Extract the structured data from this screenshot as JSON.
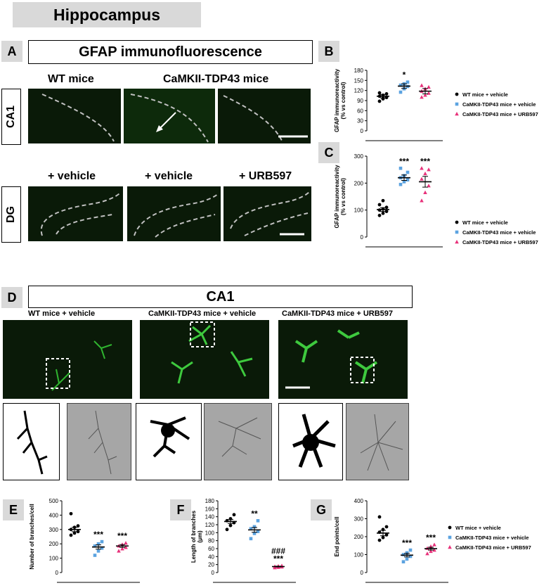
{
  "title": "Hippocampus",
  "panelA": {
    "letter": "A",
    "header": "GFAP immunofluorescence",
    "col_wt": "WT mice",
    "col_tdp": "CaMKII-TDP43 mice",
    "row1": "CA1",
    "row2": "DG",
    "sub_vehicle1": "+ vehicle",
    "sub_vehicle2": "+ vehicle",
    "sub_urb": "+ URB597"
  },
  "panelD": {
    "letter": "D",
    "header": "CA1",
    "label1": "WT mice + vehicle",
    "label2": "CaMKII-TDP43 mice + vehicle",
    "label3": "CaMKII-TDP43 mice + URB597"
  },
  "colors": {
    "wt": "#000000",
    "veh": "#5ba3e0",
    "urb": "#e8317a",
    "stain": "#3ec93e"
  },
  "chart_data": [
    {
      "panel": "B",
      "type": "scatter",
      "ylabel": "GFAP immunoreactivity (% vs control)",
      "ylim": [
        0,
        180
      ],
      "yticks": [
        0,
        30,
        60,
        90,
        120,
        150,
        180
      ],
      "groups": [
        {
          "name": "WT mice + vehicle",
          "mean": 103,
          "sem": 5,
          "points": [
            88,
            95,
            99,
            103,
            106,
            110,
            113,
            97
          ]
        },
        {
          "name": "CaMKII-TDP43 mice + vehicle",
          "mean": 133,
          "sem": 7,
          "points": [
            115,
            125,
            132,
            136,
            140,
            145
          ]
        },
        {
          "name": "CaMKII-TDP43 mice + URB597",
          "mean": 118,
          "sem": 8,
          "points": [
            100,
            106,
            112,
            118,
            125,
            130,
            135
          ]
        }
      ],
      "sig": [
        "",
        "*",
        ""
      ]
    },
    {
      "panel": "C",
      "type": "scatter",
      "ylabel": "GFAP immunoreactivity (% vs control)",
      "ylim": [
        0,
        300
      ],
      "yticks": [
        0,
        100,
        200,
        300
      ],
      "groups": [
        {
          "name": "WT mice + vehicle",
          "mean": 102,
          "sem": 7,
          "points": [
            80,
            88,
            95,
            100,
            104,
            110,
            120,
            135
          ]
        },
        {
          "name": "CaMKII-TDP43 mice + vehicle",
          "mean": 220,
          "sem": 10,
          "points": [
            195,
            205,
            212,
            220,
            228,
            240,
            255
          ]
        },
        {
          "name": "CaMKII-TDP43 mice + URB597",
          "mean": 205,
          "sem": 20,
          "points": [
            135,
            165,
            190,
            215,
            235,
            250,
            255
          ]
        }
      ],
      "sig": [
        "",
        "***",
        "***"
      ]
    },
    {
      "panel": "E",
      "type": "scatter",
      "ylabel": "Number of branches/cell",
      "ylim": [
        0,
        500
      ],
      "yticks": [
        0,
        100,
        200,
        300,
        400,
        500
      ],
      "groups": [
        {
          "name": "WT mice + vehicle",
          "mean": 300,
          "sem": 15,
          "points": [
            260,
            275,
            285,
            300,
            315,
            325,
            410
          ]
        },
        {
          "name": "CaMKII-TDP43 mice + vehicle",
          "mean": 178,
          "sem": 15,
          "points": [
            120,
            150,
            170,
            185,
            200,
            215
          ]
        },
        {
          "name": "CaMKII-TDP43 mice + URB597",
          "mean": 185,
          "sem": 10,
          "points": [
            150,
            165,
            175,
            185,
            195,
            205
          ]
        }
      ],
      "sig": [
        "",
        "***",
        "***"
      ]
    },
    {
      "panel": "F",
      "type": "scatter",
      "ylabel": "Length of branches (μm)",
      "ylim": [
        0,
        180
      ],
      "yticks": [
        0,
        20,
        40,
        60,
        80,
        100,
        120,
        140,
        160,
        180
      ],
      "groups": [
        {
          "name": "WT mice + vehicle",
          "mean": 128,
          "sem": 5,
          "points": [
            108,
            118,
            125,
            130,
            135,
            145
          ]
        },
        {
          "name": "CaMKII-TDP43 mice + vehicle",
          "mean": 107,
          "sem": 6,
          "points": [
            85,
            98,
            103,
            110,
            115,
            130
          ]
        },
        {
          "name": "CaMKII-TDP43 mice + URB597",
          "mean": 15,
          "sem": 1,
          "points": [
            12,
            13,
            14,
            15,
            16,
            17
          ]
        }
      ],
      "sig": [
        "",
        "**",
        "###\n***"
      ]
    },
    {
      "panel": "G",
      "type": "scatter",
      "ylabel": "End points/cell",
      "ylim": [
        0,
        400
      ],
      "yticks": [
        0,
        100,
        200,
        300,
        400
      ],
      "groups": [
        {
          "name": "WT mice + vehicle",
          "mean": 220,
          "sem": 15,
          "points": [
            180,
            195,
            210,
            225,
            240,
            255,
            310
          ]
        },
        {
          "name": "CaMKII-TDP43 mice + vehicle",
          "mean": 97,
          "sem": 10,
          "points": [
            60,
            75,
            90,
            100,
            110,
            125
          ]
        },
        {
          "name": "CaMKII-TDP43 mice + URB597",
          "mean": 133,
          "sem": 8,
          "points": [
            105,
            118,
            125,
            135,
            145,
            155
          ]
        }
      ],
      "sig": [
        "",
        "***",
        "***"
      ]
    }
  ],
  "legend": {
    "items": [
      "WT mice + vehicle",
      "CaMKII-TDP43 mice + vehicle",
      "CaMKII-TDP43 mice + URB597"
    ]
  }
}
